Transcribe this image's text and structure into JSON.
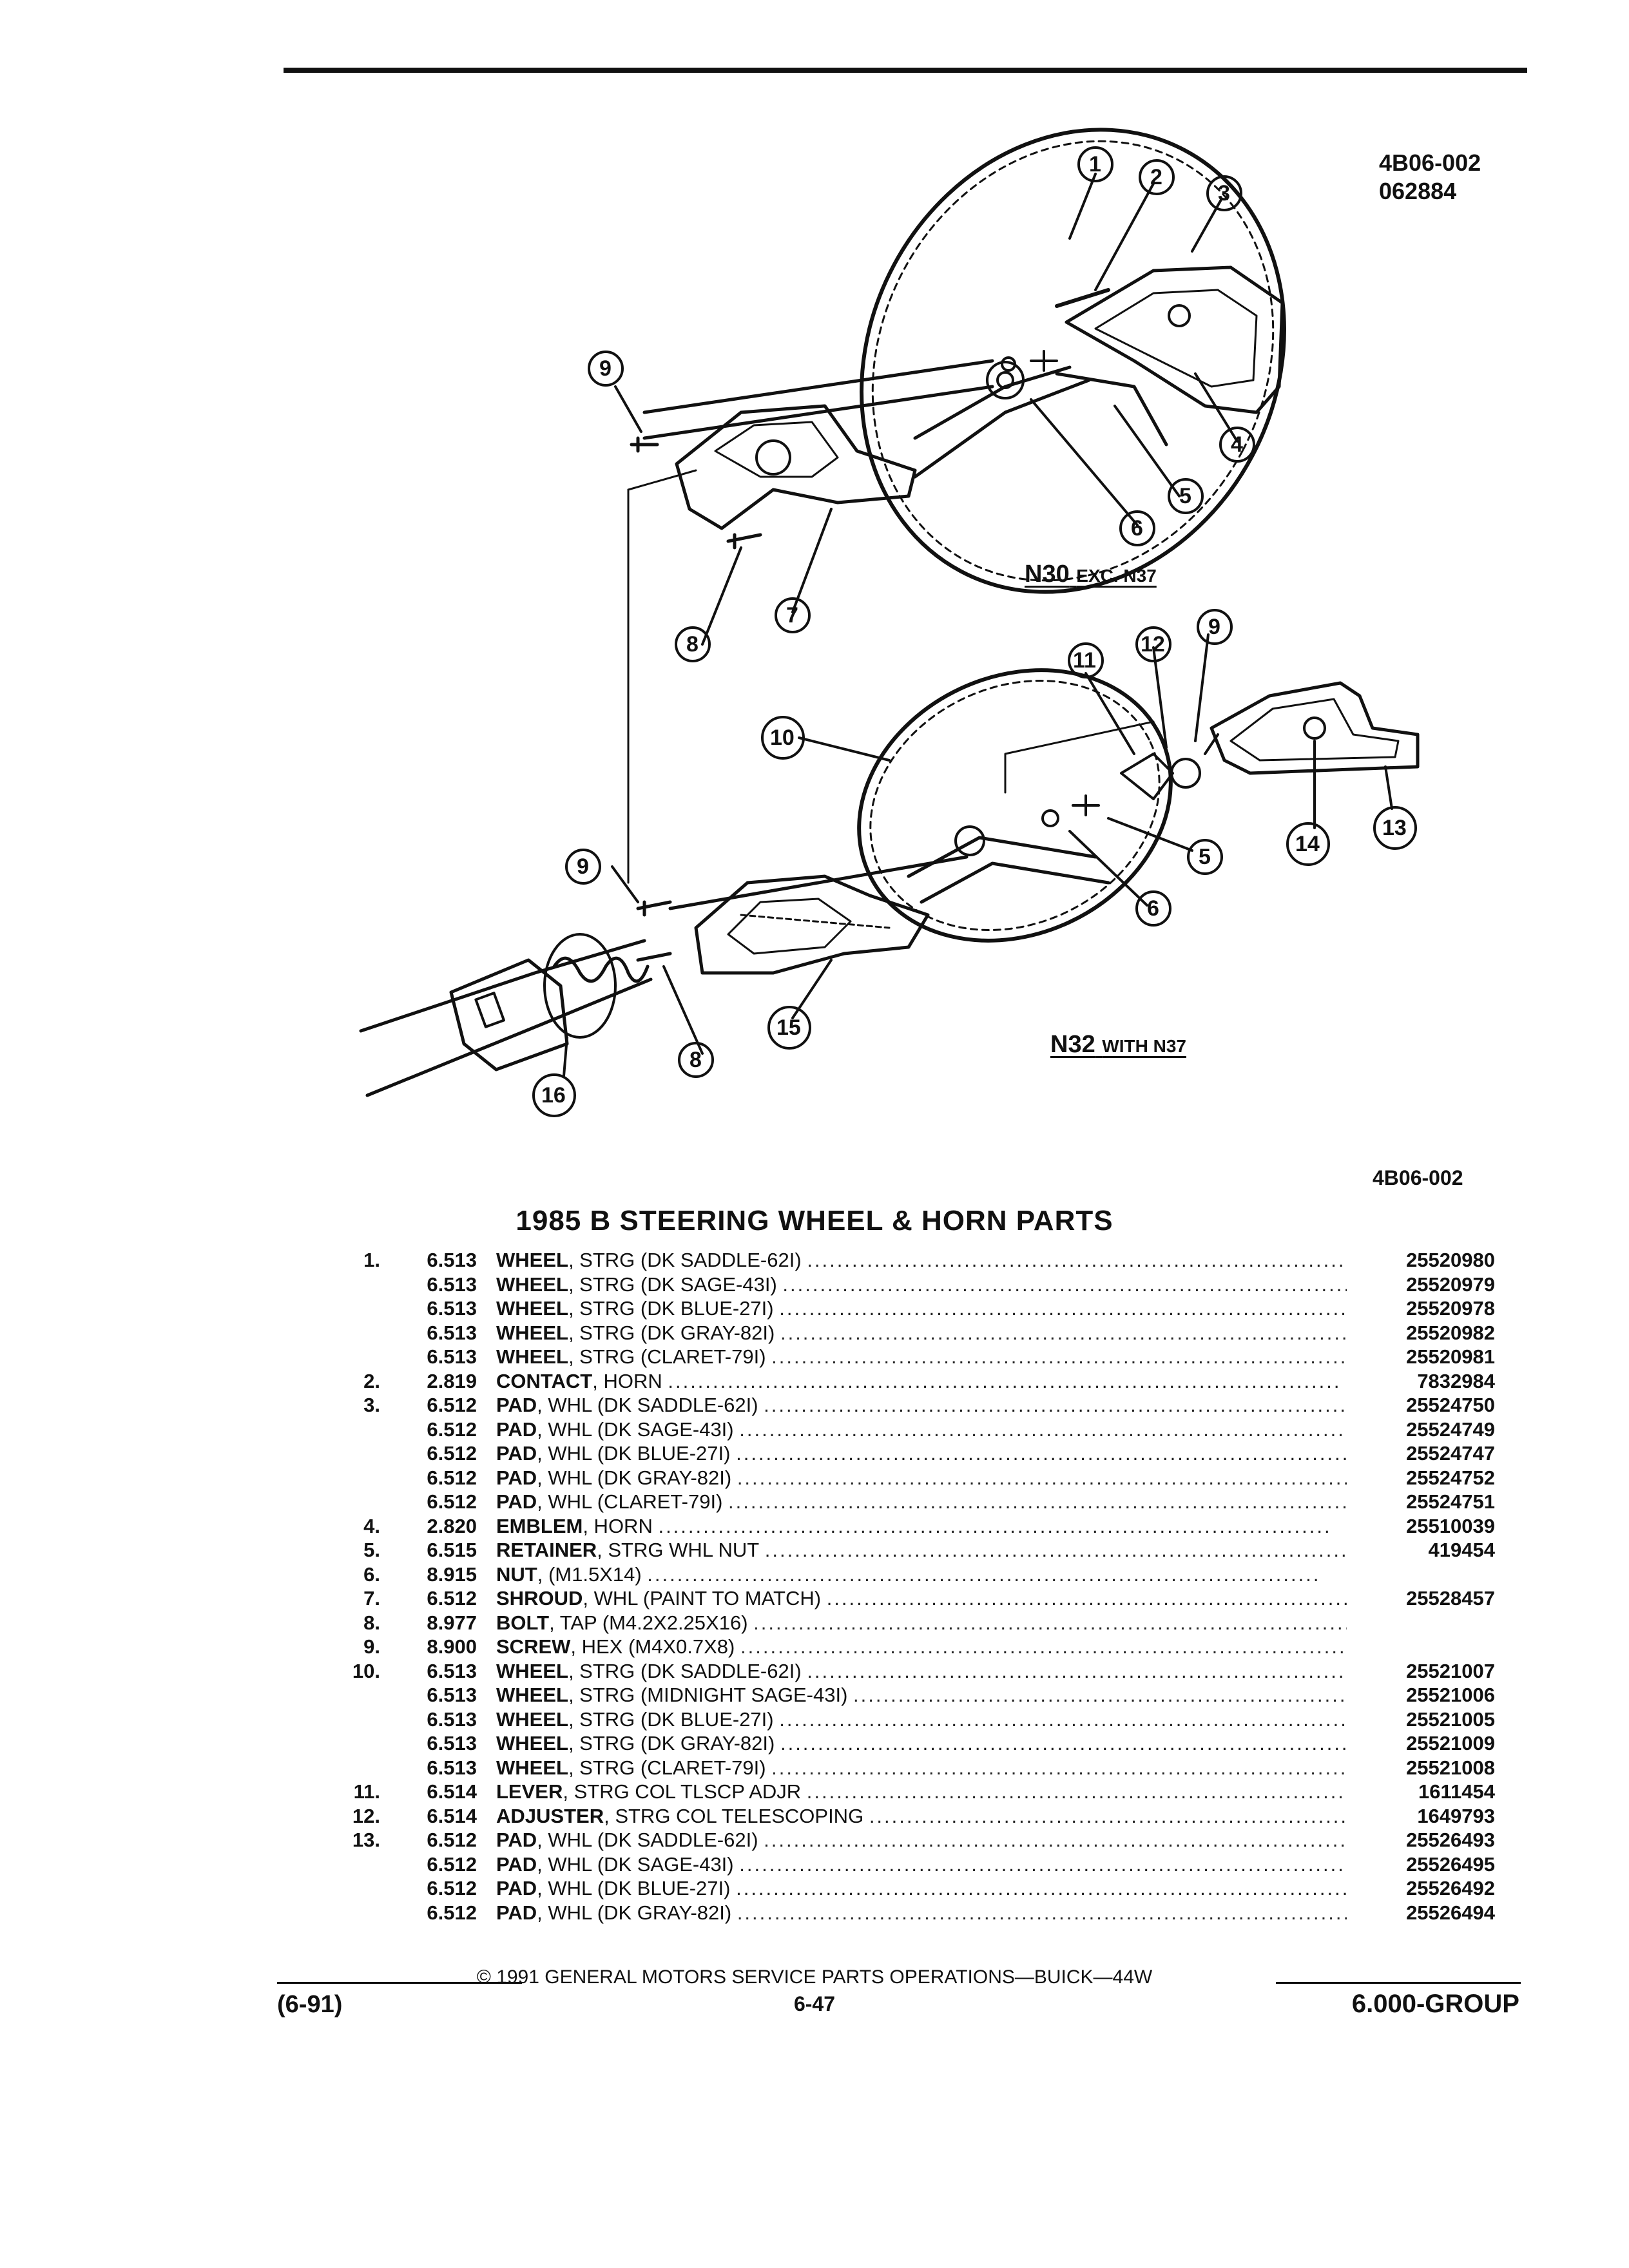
{
  "header": {
    "figure_ref": "4B06-002",
    "figure_date": "062884",
    "figure_ref_bottom": "4B06-002"
  },
  "diagram": {
    "view_upper": {
      "code": "N30",
      "note": "EXC. N37"
    },
    "view_lower": {
      "code": "N32",
      "note": "WITH N37"
    },
    "callouts_upper": [
      "1",
      "2",
      "3",
      "4",
      "5",
      "6",
      "7",
      "8",
      "9"
    ],
    "callouts_lower": [
      "9",
      "10",
      "11",
      "12",
      "13",
      "14",
      "5",
      "6",
      "9",
      "8",
      "15",
      "16"
    ]
  },
  "title": "1985 B STEERING WHEEL & HORN PARTS",
  "parts": [
    {
      "item": "1.",
      "group": "6.513",
      "name": "WHEEL",
      "desc": ", STRG (DK SADDLE-62I)",
      "part": "25520980"
    },
    {
      "item": "",
      "group": "6.513",
      "name": "WHEEL",
      "desc": ", STRG (DK SAGE-43I)",
      "part": "25520979"
    },
    {
      "item": "",
      "group": "6.513",
      "name": "WHEEL",
      "desc": ", STRG (DK BLUE-27I)",
      "part": "25520978"
    },
    {
      "item": "",
      "group": "6.513",
      "name": "WHEEL",
      "desc": ", STRG (DK GRAY-82I)",
      "part": "25520982"
    },
    {
      "item": "",
      "group": "6.513",
      "name": "WHEEL",
      "desc": ", STRG (CLARET-79I)",
      "part": "25520981"
    },
    {
      "item": "2.",
      "group": "2.819",
      "name": "CONTACT",
      "desc": ", HORN",
      "part": "7832984"
    },
    {
      "item": "3.",
      "group": "6.512",
      "name": "PAD",
      "desc": ", WHL (DK SADDLE-62I)",
      "part": "25524750"
    },
    {
      "item": "",
      "group": "6.512",
      "name": "PAD",
      "desc": ", WHL (DK SAGE-43I)",
      "part": "25524749"
    },
    {
      "item": "",
      "group": "6.512",
      "name": "PAD",
      "desc": ", WHL (DK BLUE-27I)",
      "part": "25524747"
    },
    {
      "item": "",
      "group": "6.512",
      "name": "PAD",
      "desc": ", WHL (DK GRAY-82I)",
      "part": "25524752"
    },
    {
      "item": "",
      "group": "6.512",
      "name": "PAD",
      "desc": ", WHL (CLARET-79I)",
      "part": "25524751"
    },
    {
      "item": "4.",
      "group": "2.820",
      "name": "EMBLEM",
      "desc": ", HORN",
      "part": "25510039"
    },
    {
      "item": "5.",
      "group": "6.515",
      "name": "RETAINER",
      "desc": ", STRG WHL NUT",
      "part": "419454"
    },
    {
      "item": "6.",
      "group": "8.915",
      "name": "NUT",
      "desc": ", (M1.5X14)",
      "part": ""
    },
    {
      "item": "7.",
      "group": "6.512",
      "name": "SHROUD",
      "desc": ", WHL (PAINT TO MATCH)",
      "part": "25528457"
    },
    {
      "item": "8.",
      "group": "8.977",
      "name": "BOLT",
      "desc": ", TAP (M4.2X2.25X16)",
      "part": ""
    },
    {
      "item": "9.",
      "group": "8.900",
      "name": "SCREW",
      "desc": ", HEX (M4X0.7X8)",
      "part": ""
    },
    {
      "item": "10.",
      "group": "6.513",
      "name": "WHEEL",
      "desc": ", STRG (DK SADDLE-62I)",
      "part": "25521007"
    },
    {
      "item": "",
      "group": "6.513",
      "name": "WHEEL",
      "desc": ", STRG (MIDNIGHT SAGE-43I)",
      "part": "25521006"
    },
    {
      "item": "",
      "group": "6.513",
      "name": "WHEEL",
      "desc": ", STRG (DK BLUE-27I)",
      "part": "25521005"
    },
    {
      "item": "",
      "group": "6.513",
      "name": "WHEEL",
      "desc": ", STRG (DK GRAY-82I)",
      "part": "25521009"
    },
    {
      "item": "",
      "group": "6.513",
      "name": "WHEEL",
      "desc": ", STRG (CLARET-79I)",
      "part": "25521008"
    },
    {
      "item": "11.",
      "group": "6.514",
      "name": "LEVER",
      "desc": ", STRG COL TLSCP ADJR",
      "part": "1611454"
    },
    {
      "item": "12.",
      "group": "6.514",
      "name": "ADJUSTER",
      "desc": ", STRG COL TELESCOPING",
      "part": "1649793"
    },
    {
      "item": "13.",
      "group": "6.512",
      "name": "PAD",
      "desc": ", WHL (DK SADDLE-62I)",
      "part": "25526493"
    },
    {
      "item": "",
      "group": "6.512",
      "name": "PAD",
      "desc": ", WHL (DK SAGE-43I)",
      "part": "25526495"
    },
    {
      "item": "",
      "group": "6.512",
      "name": "PAD",
      "desc": ", WHL (DK BLUE-27I)",
      "part": "25526492"
    },
    {
      "item": "",
      "group": "6.512",
      "name": "PAD",
      "desc": ", WHL (DK GRAY-82I)",
      "part": "25526494"
    }
  ],
  "footer": {
    "copyright": "© 1991 GENERAL MOTORS SERVICE PARTS OPERATIONS—BUICK—44W",
    "revision": "(6-91)",
    "page": "6-47",
    "group": "6.000-GROUP"
  }
}
